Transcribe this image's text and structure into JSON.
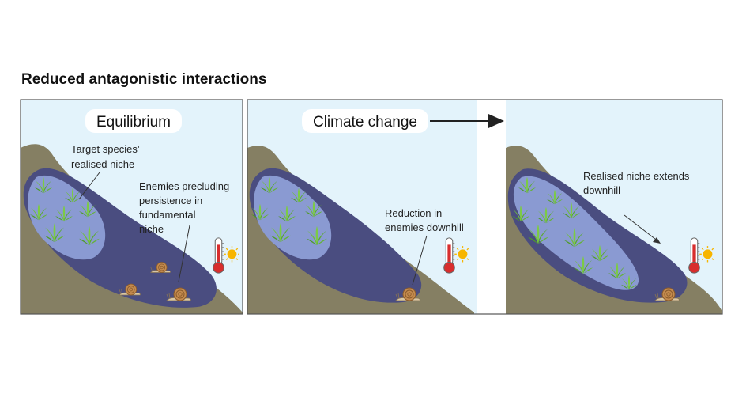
{
  "title": "Reduced antagonistic interactions",
  "panels": {
    "equilibrium": {
      "heading": "Equilibrium",
      "label_niche_line1": "Target species’",
      "label_niche_line2": "realised niche",
      "label_enemies_line1": "Enemies precluding",
      "label_enemies_line2": "persistence in",
      "label_enemies_line3": "fundamental",
      "label_enemies_line4": "niche"
    },
    "climate_change": {
      "heading": "Climate change",
      "label_reduction_line1": "Reduction in",
      "label_reduction_line2": "enemies downhill"
    },
    "result": {
      "label_extends_line1": "Realised niche extends",
      "label_extends_line2": "downhill"
    }
  },
  "colors": {
    "sky": "#e3f3fb",
    "hill": "#857f63",
    "enemy_zone": "#4a4d80",
    "niche": "#8a9ad2",
    "thermometer": "#d82d2d",
    "sun": "#f7b500",
    "frame": "#555555"
  }
}
